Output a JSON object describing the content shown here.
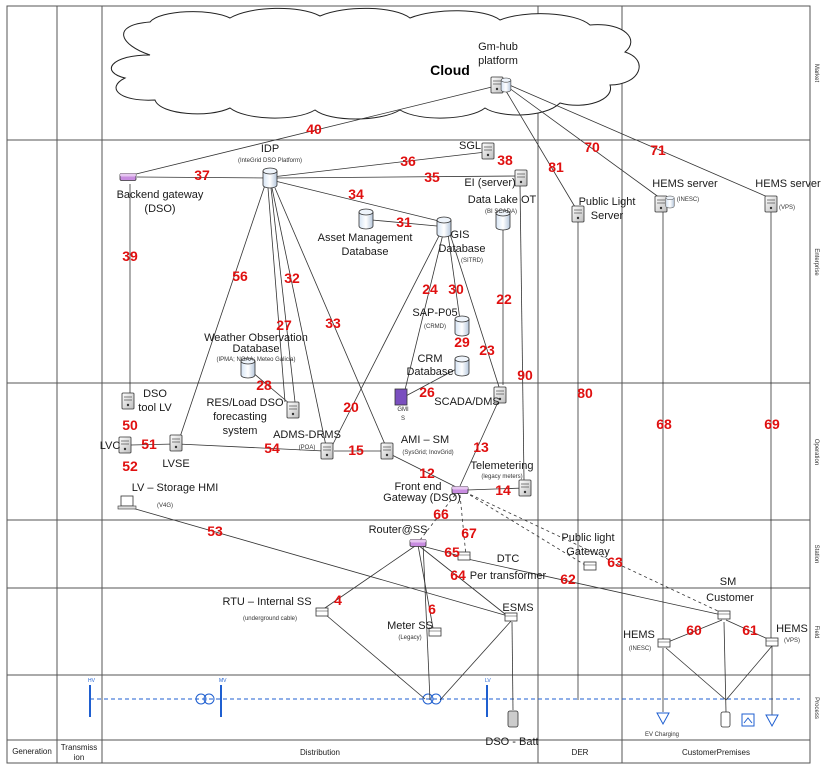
{
  "cloud": {
    "label": "Cloud"
  },
  "zones": [
    "Market",
    "Enterprise",
    "Operation",
    "Station",
    "Field",
    "Process"
  ],
  "domains": [
    "Generation",
    "Transmiss",
    "ion",
    "Distribution",
    "DER",
    "CustomerPremises"
  ],
  "components": {
    "gmhub": [
      "Gm-hub",
      "platform"
    ],
    "backend": [
      "Backend  gateway",
      "(DSO)"
    ],
    "idp": [
      "IDP",
      "(InteGrid DSO Platform)"
    ],
    "sgl": "SGL",
    "ei": "EI (server)",
    "datalake": [
      "Data Lake OT",
      "(BI SCADA)"
    ],
    "publiclight_server": [
      "Public Light",
      "Server"
    ],
    "hems_inesc_server": [
      "HEMS server",
      "(INESC)"
    ],
    "hems_vps_server": [
      "HEMS server",
      "(VPS)"
    ],
    "asset": [
      "Asset Management",
      "Database"
    ],
    "gis": [
      "GIS",
      "Database",
      "(SITRD)"
    ],
    "weather": [
      "Weather Observation",
      "Database",
      "(IPMA; NOAA; Meteo Galicia)"
    ],
    "sap": [
      "SAP-P05",
      "(CRMD)"
    ],
    "crm": [
      "CRM",
      "Database"
    ],
    "dso_tool": [
      "DSO",
      "tool LV"
    ],
    "res_load": [
      "RES/Load DSO",
      "forecasting",
      "system"
    ],
    "gmi": [
      "GMI",
      "S"
    ],
    "scada": "SCADA/DMS",
    "lvc": "LVC",
    "lvse": "LVSE",
    "adms": [
      "ADMS-DRMS",
      "(POA)"
    ],
    "ami": [
      "AMI – SM",
      "(SysGrid; InovGrid)"
    ],
    "telemetering": [
      "Telemetering",
      "(legacy meters)"
    ],
    "frontend": [
      "Front end",
      "Gateway (DSO)"
    ],
    "storage_hmi": [
      "LV – Storage HMI",
      "(V4G)"
    ],
    "router": "Router@SS",
    "dtc": [
      "DTC",
      "Per transformer"
    ],
    "publiclight_gw": [
      "Public light",
      "Gateway"
    ],
    "sm_customer": [
      "SM",
      "Customer"
    ],
    "rtu": [
      "RTU – Internal SS",
      "(underground cable)"
    ],
    "meter": [
      "Meter SS",
      "(Legacy)"
    ],
    "esms": "ESMS",
    "hems_inesc": [
      "HEMS",
      "(INESC)"
    ],
    "hems_vps": [
      "HEMS",
      "(VPS)"
    ],
    "dso_batt": "DSO - Batt",
    "ev": "EV Charging",
    "hv": "HV",
    "mv": "MV",
    "lv": "LV"
  },
  "links": {
    "l4": "4",
    "l6": "6",
    "l12": "12",
    "l13": "13",
    "l14": "14",
    "l15": "15",
    "l20": "20",
    "l22": "22",
    "l23": "23",
    "l24": "24",
    "l26": "26",
    "l27": "27",
    "l28": "28",
    "l29": "29",
    "l30": "30",
    "l31": "31",
    "l32": "32",
    "l33": "33",
    "l34": "34",
    "l35": "35",
    "l36": "36",
    "l37": "37",
    "l38": "38",
    "l39": "39",
    "l40": "40",
    "l50": "50",
    "l51": "51",
    "l52": "52",
    "l53": "53",
    "l54": "54",
    "l56": "56",
    "l60": "60",
    "l61": "61",
    "l62": "62",
    "l63": "63",
    "l64": "64",
    "l65": "65",
    "l66": "66",
    "l67": "67",
    "l68": "68",
    "l69": "69",
    "l70": "70",
    "l71": "71",
    "l80": "80",
    "l81": "81",
    "l90": "90"
  },
  "colors": {
    "link_number": "#e01010",
    "process_bus": "#1f5fd0",
    "gateway": "#b04fd0"
  }
}
